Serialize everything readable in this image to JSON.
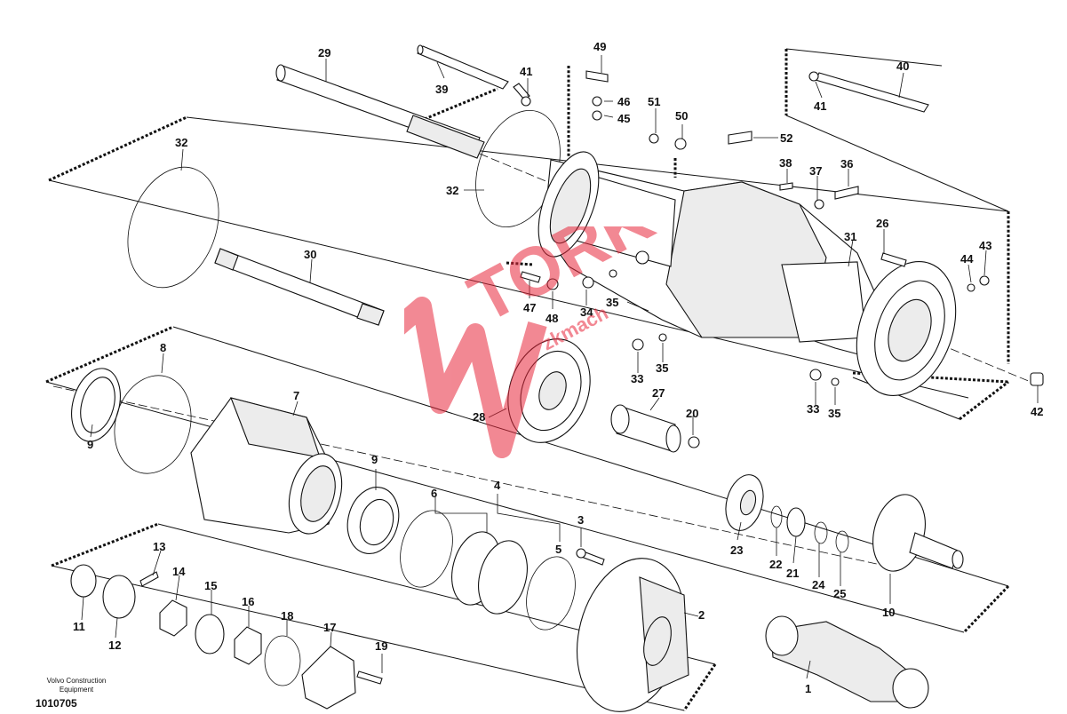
{
  "publisher_line1": "Volvo Construction",
  "publisher_line2": "Equipment",
  "drawing_number": "1010705",
  "watermark_text": "TORK",
  "watermark_subtext": "zkmach",
  "watermark_color": "#e8283c",
  "callouts": [
    {
      "id": "1",
      "label": "1"
    },
    {
      "id": "2",
      "label": "2"
    },
    {
      "id": "3",
      "label": "3"
    },
    {
      "id": "4",
      "label": "4"
    },
    {
      "id": "5",
      "label": "5"
    },
    {
      "id": "6",
      "label": "6"
    },
    {
      "id": "7",
      "label": "7"
    },
    {
      "id": "8",
      "label": "8"
    },
    {
      "id": "9a",
      "label": "9"
    },
    {
      "id": "9b",
      "label": "9"
    },
    {
      "id": "10",
      "label": "10"
    },
    {
      "id": "11",
      "label": "11"
    },
    {
      "id": "12",
      "label": "12"
    },
    {
      "id": "13",
      "label": "13"
    },
    {
      "id": "14",
      "label": "14"
    },
    {
      "id": "15",
      "label": "15"
    },
    {
      "id": "16",
      "label": "16"
    },
    {
      "id": "17",
      "label": "17"
    },
    {
      "id": "18",
      "label": "18"
    },
    {
      "id": "19",
      "label": "19"
    },
    {
      "id": "20",
      "label": "20"
    },
    {
      "id": "21",
      "label": "21"
    },
    {
      "id": "22",
      "label": "22"
    },
    {
      "id": "23",
      "label": "23"
    },
    {
      "id": "24",
      "label": "24"
    },
    {
      "id": "25",
      "label": "25"
    },
    {
      "id": "26",
      "label": "26"
    },
    {
      "id": "27",
      "label": "27"
    },
    {
      "id": "28",
      "label": "28"
    },
    {
      "id": "29",
      "label": "29"
    },
    {
      "id": "30",
      "label": "30"
    },
    {
      "id": "31",
      "label": "31"
    },
    {
      "id": "32a",
      "label": "32"
    },
    {
      "id": "32b",
      "label": "32"
    },
    {
      "id": "33a",
      "label": "33"
    },
    {
      "id": "33b",
      "label": "33"
    },
    {
      "id": "34",
      "label": "34"
    },
    {
      "id": "35a",
      "label": "35"
    },
    {
      "id": "35b",
      "label": "35"
    },
    {
      "id": "35c",
      "label": "35"
    },
    {
      "id": "36",
      "label": "36"
    },
    {
      "id": "37",
      "label": "37"
    },
    {
      "id": "38",
      "label": "38"
    },
    {
      "id": "39",
      "label": "39"
    },
    {
      "id": "40",
      "label": "40"
    },
    {
      "id": "41a",
      "label": "41"
    },
    {
      "id": "41b",
      "label": "41"
    },
    {
      "id": "42",
      "label": "42"
    },
    {
      "id": "43",
      "label": "43"
    },
    {
      "id": "44",
      "label": "44"
    },
    {
      "id": "45",
      "label": "45"
    },
    {
      "id": "46",
      "label": "46"
    },
    {
      "id": "47",
      "label": "47"
    },
    {
      "id": "48",
      "label": "48"
    },
    {
      "id": "49",
      "label": "49"
    },
    {
      "id": "50",
      "label": "50"
    },
    {
      "id": "51",
      "label": "51"
    },
    {
      "id": "52",
      "label": "52"
    }
  ]
}
